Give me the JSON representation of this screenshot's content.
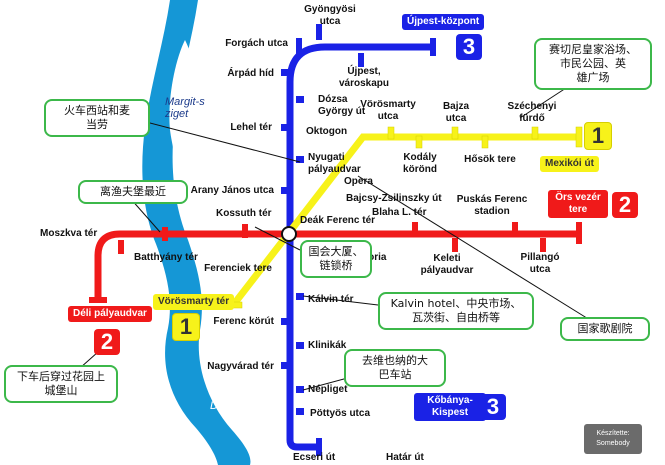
{
  "map": {
    "river": {
      "name": "Duna",
      "island": "Margit-sziget"
    },
    "lines": [
      {
        "number": "1",
        "color": "#f7f21a",
        "terminals": [
          "Vörösmarty tér",
          "Mexikói út"
        ]
      },
      {
        "number": "2",
        "color": "#f01a1a",
        "terminals": [
          "Déli pályaudvar",
          "Örs vezér tere"
        ]
      },
      {
        "number": "3",
        "color": "#1a22e6",
        "terminals": [
          "Újpest-központ",
          "Kőbánya-Kispest"
        ]
      }
    ],
    "stations": {
      "gyongyosi": "Gyöngyösi\nutca",
      "forgach": "Forgách utca",
      "ujpest_varoskapu": "Újpest,\nvároskapu",
      "arpad": "Árpád híd",
      "dozsa": "Dózsa\nGyörgy út",
      "lehel": "Lehel tér",
      "nyugati": "Nyugati\npályaudvar",
      "arany": "Arany János utca",
      "kossuth": "Kossuth tér",
      "deak": "Deák Ferenc tér",
      "moszkva": "Moszkva tér",
      "batthyany": "Batthyány tér",
      "ferenciek": "Ferenciek tere",
      "kalvin": "Kálvin tér",
      "ferenc_korut": "Ferenc körút",
      "klinikak": "Klinikák",
      "nagyvarad": "Nagyvárad tér",
      "nepliget": "Népliget",
      "pottyos": "Pöttyös utca",
      "ecseri": "Ecseri út",
      "hatar": "Határ út",
      "vorosmarty_utca": "Vörösmarty\nutca",
      "bajza": "Bajza\nutca",
      "szechenyi": "Széchenyi\nfürdő",
      "oktogon": "Oktogon",
      "kodaly": "Kodály\nkörönd",
      "hosok": "Hősök tere",
      "opera": "Opera",
      "bajcsy": "Bajcsy-Zsilinszky út",
      "blaha": "Blaha L. tér",
      "puskas": "Puskás Ferenc\nstadion",
      "astoria": "Astoria",
      "keleti": "Keleti\npályaudvar",
      "pillango": "Pillangó\nutca"
    },
    "annotations": {
      "szechenyi_note": "赛切尼皇家浴场、\n市民公园、英\n雄广场",
      "nyugati_note": "火车西站和麦\n当劳",
      "batthyany_note": "离渔夫堡最近",
      "kossuth_note": "国会大厦、\n链锁桥",
      "kalvin_note": "Kalvin hotel、中央市场、\n瓦茨街、自由桥等",
      "opera_note": "国家歌剧院",
      "nepliget_note": "去维也纳的大\n巴车站",
      "deli_note": "下车后穿过花园上\n城堡山"
    },
    "credit": "Készítette:\nSomebody"
  }
}
